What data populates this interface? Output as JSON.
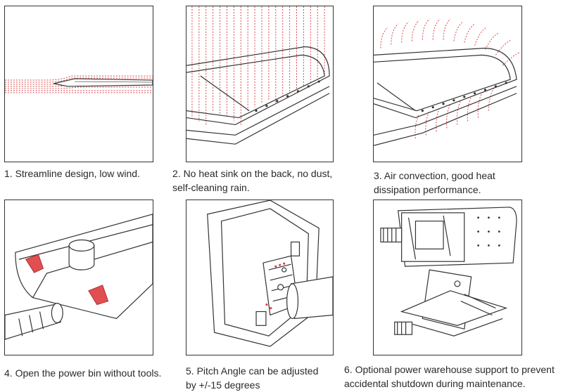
{
  "captions": {
    "c1": {
      "line1": "1. Streamline design, low wind."
    },
    "c2": {
      "line1": "2. No heat sink on the back, no dust,",
      "line2": "self-cleaning rain."
    },
    "c3": {
      "line1": "3. Air convection, good heat",
      "line2": "dissipation performance."
    },
    "c4": {
      "line1": "4. Open the power bin without tools."
    },
    "c5": {
      "line1": "5. Pitch Angle can be adjusted",
      "line2": "by +/-15 degrees"
    },
    "c6": {
      "line1": "6. Optional power warehouse support to prevent",
      "line2": "accidental shutdown during maintenance."
    }
  },
  "colors": {
    "airflow": "#d9444a",
    "line": "#333333",
    "clip": "#e05050"
  }
}
